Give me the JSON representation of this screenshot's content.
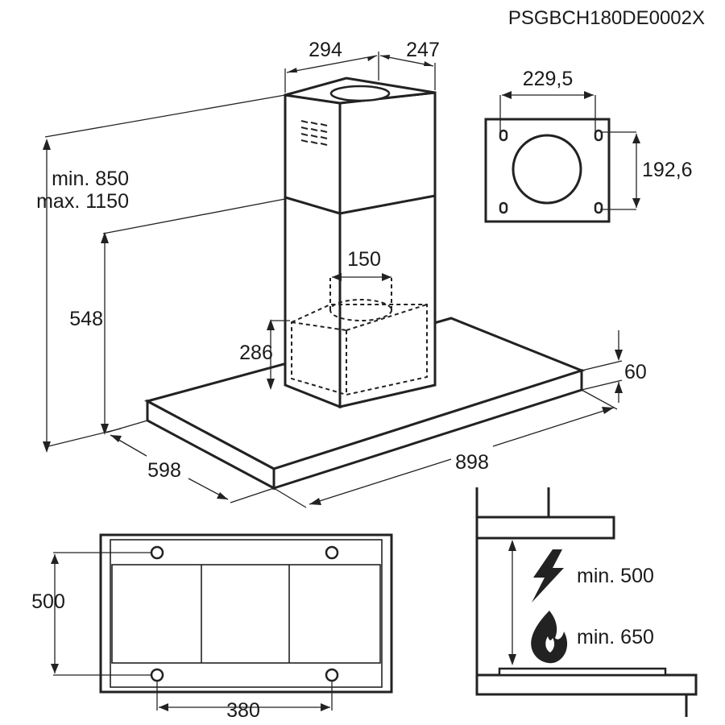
{
  "product_code": "PSGBCH180DE0002X",
  "dimensions": {
    "chimney_width": "294",
    "chimney_depth": "247",
    "bracket_width": "229,5",
    "bracket_height": "192,6",
    "height_min": "min. 850",
    "height_max": "max. 1150",
    "lower_chimney": "548",
    "duct_diameter": "150",
    "motor_height": "286",
    "canopy_thickness": "60",
    "canopy_depth": "598",
    "canopy_width": "898",
    "mount_spacing_depth": "500",
    "mount_spacing_width": "380"
  },
  "clearance": {
    "electric_min": "min. 500",
    "gas_min": "min. 650"
  }
}
